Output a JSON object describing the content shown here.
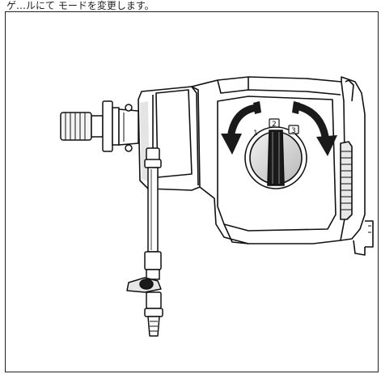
{
  "caption": {
    "text": "ゲ…ルにて モードを変更します。"
  },
  "figure": {
    "dial_marks": [
      "1",
      "2",
      "3"
    ],
    "colors": {
      "outline": "#111111",
      "fill": "#ffffff",
      "shade": "#d6d6d6",
      "dark": "#1a1a1a"
    }
  }
}
